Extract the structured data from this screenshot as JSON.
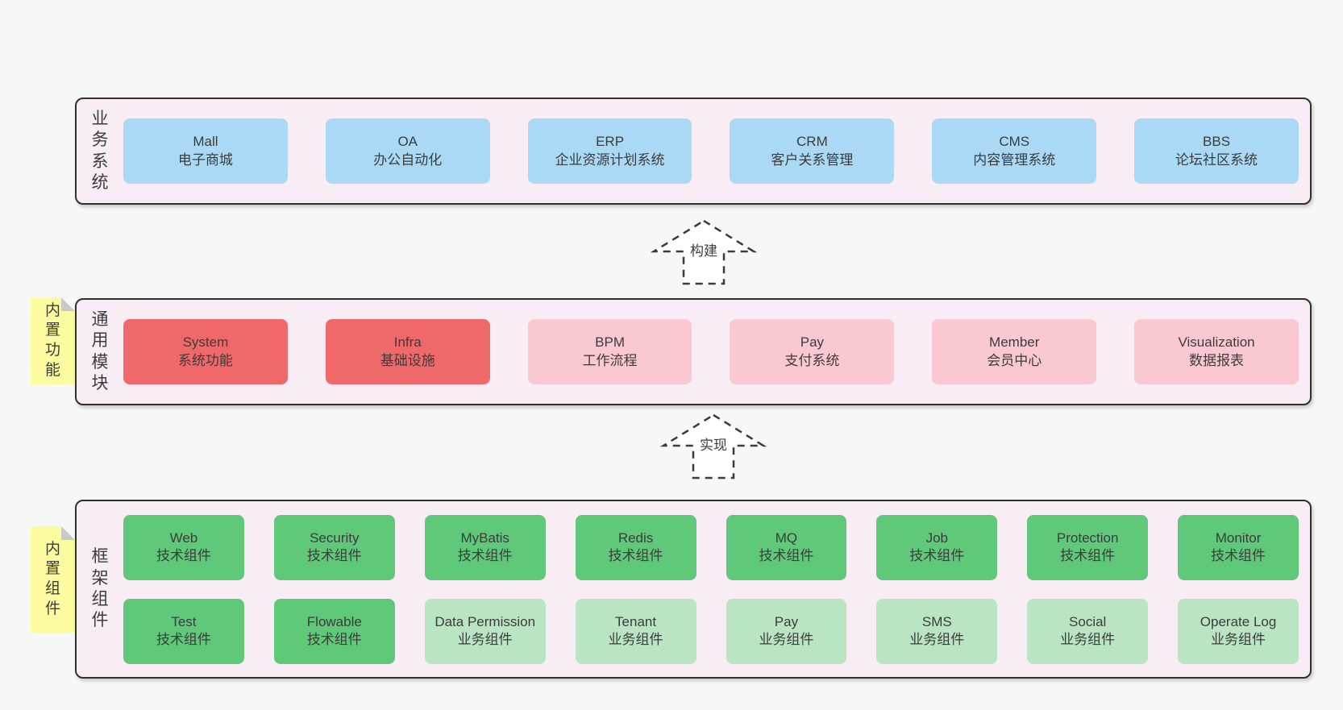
{
  "colors": {
    "bg": "#f7f7f7",
    "panel": "#f8edf5",
    "border": "#303030",
    "text": "#3c3c3c",
    "blue": "#a9d9f4",
    "red": "#f0696a",
    "pink": "#f9c8d0",
    "green": "#5fc879",
    "lightgreen": "#b9e5c3",
    "note": "#fcfb9f",
    "fold": "#c9c9c9"
  },
  "arrows": {
    "build": "构建",
    "implement": "实现"
  },
  "notes": {
    "features": "内置功能",
    "components": "内置组件"
  },
  "layers": [
    {
      "label": "业务系统",
      "boxes": [
        {
          "name": "Mall",
          "desc": "电子商城"
        },
        {
          "name": "OA",
          "desc": "办公自动化"
        },
        {
          "name": "ERP",
          "desc": "企业资源计划系统"
        },
        {
          "name": "CRM",
          "desc": "客户关系管理"
        },
        {
          "name": "CMS",
          "desc": "内容管理系统"
        },
        {
          "name": "BBS",
          "desc": "论坛社区系统"
        }
      ]
    },
    {
      "label": "通用模块",
      "boxes": [
        {
          "name": "System",
          "desc": "系统功能"
        },
        {
          "name": "Infra",
          "desc": "基础设施"
        },
        {
          "name": "BPM",
          "desc": "工作流程"
        },
        {
          "name": "Pay",
          "desc": "支付系统"
        },
        {
          "name": "Member",
          "desc": "会员中心"
        },
        {
          "name": "Visualization",
          "desc": "数据报表"
        }
      ]
    },
    {
      "label": "框架组件",
      "boxes": [
        {
          "name": "Web",
          "desc": "技术组件"
        },
        {
          "name": "Security",
          "desc": "技术组件"
        },
        {
          "name": "MyBatis",
          "desc": "技术组件"
        },
        {
          "name": "Redis",
          "desc": "技术组件"
        },
        {
          "name": "MQ",
          "desc": "技术组件"
        },
        {
          "name": "Job",
          "desc": "技术组件"
        },
        {
          "name": "Protection",
          "desc": "技术组件"
        },
        {
          "name": "Monitor",
          "desc": "技术组件"
        },
        {
          "name": "Test",
          "desc": "技术组件"
        },
        {
          "name": "Flowable",
          "desc": "技术组件"
        },
        {
          "name": "Data Permission",
          "desc": "业务组件"
        },
        {
          "name": "Tenant",
          "desc": "业务组件"
        },
        {
          "name": "Pay",
          "desc": "业务组件"
        },
        {
          "name": "SMS",
          "desc": "业务组件"
        },
        {
          "name": "Social",
          "desc": "业务组件"
        },
        {
          "name": "Operate Log",
          "desc": "业务组件"
        }
      ]
    }
  ]
}
